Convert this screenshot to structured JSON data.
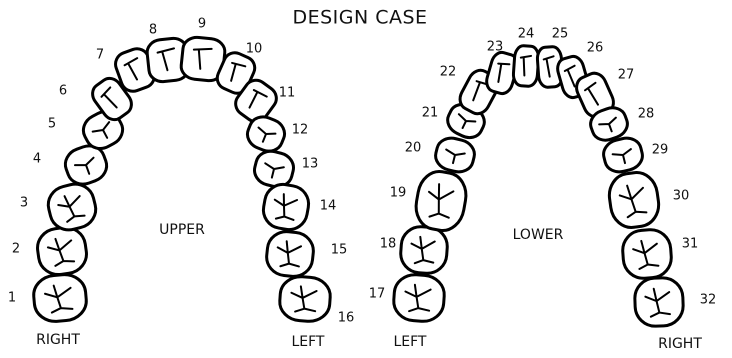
{
  "title": "DESIGN CASE",
  "upper": {
    "label": "UPPER",
    "right_label": "RIGHT",
    "left_label": "LEFT",
    "teeth": [
      "1",
      "2",
      "3",
      "4",
      "5",
      "6",
      "7",
      "8",
      "9",
      "10",
      "11",
      "12",
      "13",
      "14",
      "15",
      "16"
    ]
  },
  "lower": {
    "label": "LOWER",
    "left_label": "LEFT",
    "right_label": "RIGHT",
    "teeth": [
      "17",
      "18",
      "19",
      "20",
      "21",
      "22",
      "23",
      "24",
      "25",
      "26",
      "27",
      "28",
      "29",
      "30",
      "31",
      "32"
    ]
  }
}
